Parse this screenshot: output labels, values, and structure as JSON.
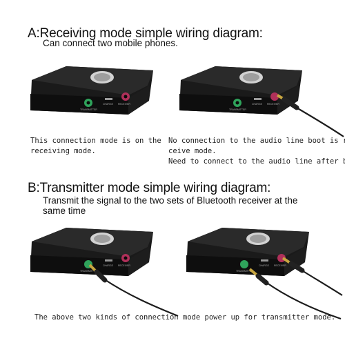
{
  "section_a": {
    "heading": "A:Receiving mode simple wiring diagram:",
    "subheading": "Can connect two mobile phones.",
    "left_caption": [
      "This connection mode is on the",
      "receiving mode."
    ],
    "right_caption": [
      "No connection to the audio line boot is re-",
      "ceive mode.",
      "Need to connect to the audio line after boot"
    ]
  },
  "section_b": {
    "heading": "B:Transmitter mode simple wiring diagram:",
    "subheading": [
      "Transmit the signal to the two sets of Bluetooth receiver at the",
      "same time"
    ],
    "footer_caption": "The above two kinds of connection mode power up for transmitter mode."
  },
  "device": {
    "port_labels": [
      "TRANSMITTER",
      "CHARGE",
      "RECEIVER"
    ],
    "body_color": "#141414",
    "button_color": "#c9c9c9",
    "transmitter_port_color": "#2fa35b",
    "receiver_port_color": "#b0305a",
    "cable_color": "#1c1c1c",
    "plug_color": "#c8a640"
  }
}
